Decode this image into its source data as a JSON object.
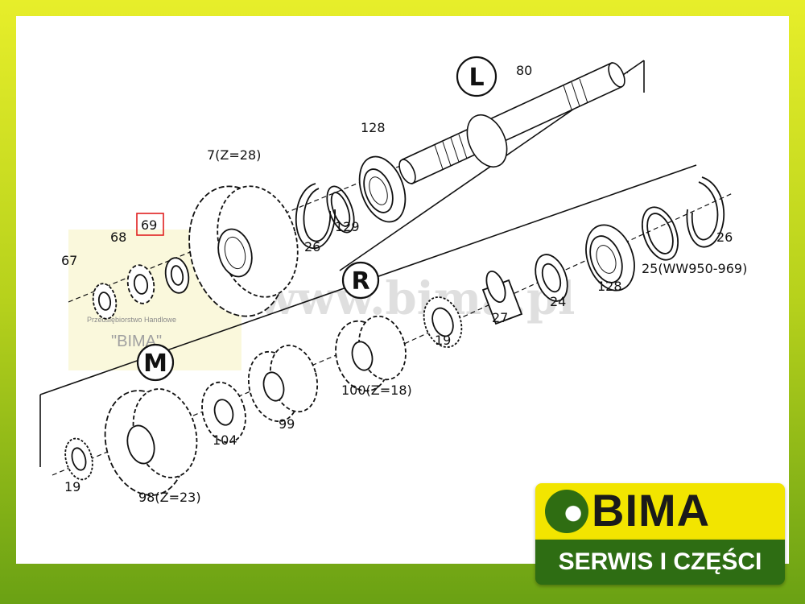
{
  "diagram": {
    "section_labels": {
      "L": "L",
      "R": "R",
      "M": "M"
    },
    "parts": {
      "p80": "80",
      "p128a": "128",
      "p7": "7(Z=28)",
      "p129": "129",
      "p26a": "26",
      "p68": "68",
      "p69": "69",
      "p67": "67",
      "p26b": "26",
      "p25": "25(WW950-969)",
      "p128b": "128",
      "p24": "24",
      "p27": "27",
      "p19a": "19",
      "p100": "100(Z=18)",
      "p99": "99",
      "p104": "104",
      "p19b": "19",
      "p98": "98(Z=23)"
    },
    "highlighted_part": "69",
    "highlight_color": "#e02020"
  },
  "watermark": {
    "url": "www.bima.pl",
    "company_small": "Przedsiębiorstwo Handlowe",
    "company_quoted": "\"BIMA\""
  },
  "logo": {
    "brand": "BIMA",
    "tagline": "SERWIS I CZĘŚCI",
    "colors": {
      "yellow": "#f2e500",
      "green": "#2e6d13"
    }
  }
}
